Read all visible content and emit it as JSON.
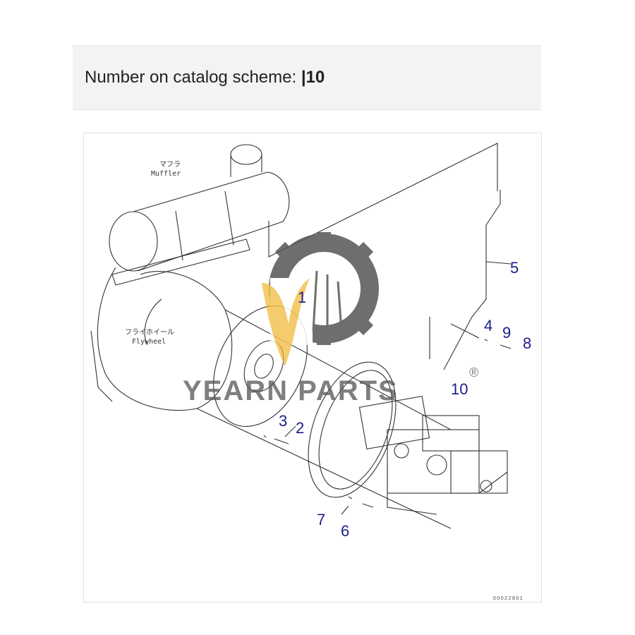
{
  "header": {
    "label": "Number on catalog scheme:",
    "value": "|10"
  },
  "scheme": {
    "muffler_jp": "マフラ",
    "muffler_en": "Muffler",
    "flywheel_jp": "フライホイール",
    "flywheel_en": "Flywheel",
    "callouts": [
      "1",
      "2",
      "3",
      "4",
      "5",
      "6",
      "7",
      "8",
      "9",
      "10"
    ],
    "drawing_code": "00022801"
  },
  "watermark": {
    "text": "YEARN PARTS",
    "registered": "®",
    "colors": {
      "gear": "#555555",
      "accent": "#f0b429"
    }
  }
}
